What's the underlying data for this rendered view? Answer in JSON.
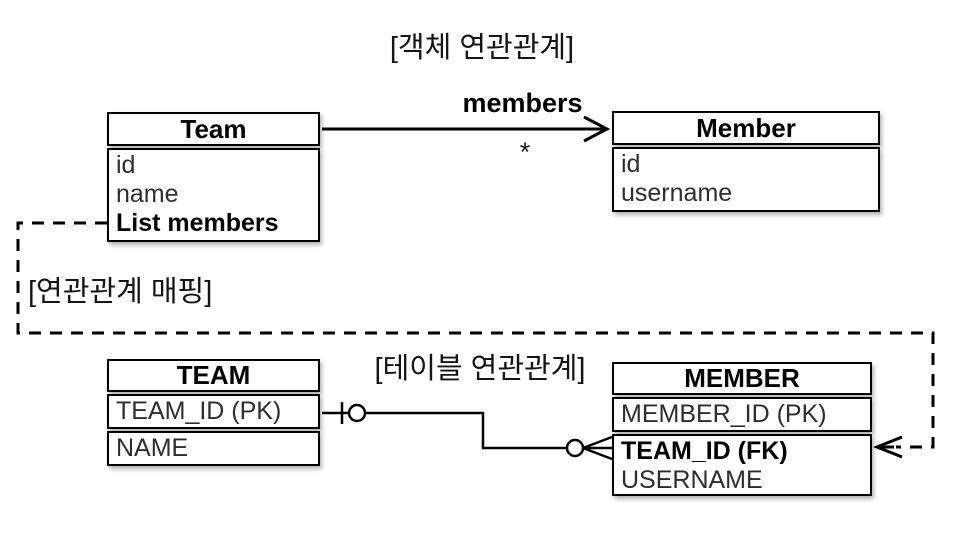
{
  "object_diagram": {
    "title": "[객체 연관관계]",
    "team_class": {
      "title": "Team",
      "fields": [
        "id",
        "name",
        "List members"
      ]
    },
    "member_class": {
      "title": "Member",
      "fields": [
        "id",
        "username"
      ]
    },
    "association": {
      "label": "members",
      "multiplicity": "*"
    }
  },
  "mapping": {
    "label": "[연관관계 매핑]"
  },
  "table_diagram": {
    "title": "[테이블 연관관계]",
    "team_table": {
      "title": "TEAM",
      "rows": [
        "TEAM_ID (PK)",
        "NAME"
      ]
    },
    "member_table": {
      "title": "MEMBER",
      "rows": [
        "MEMBER_ID (PK)",
        "TEAM_ID (FK)",
        "USERNAME"
      ]
    }
  },
  "colors": {
    "line": "#000000",
    "background": "#ffffff",
    "text": "#111111"
  }
}
